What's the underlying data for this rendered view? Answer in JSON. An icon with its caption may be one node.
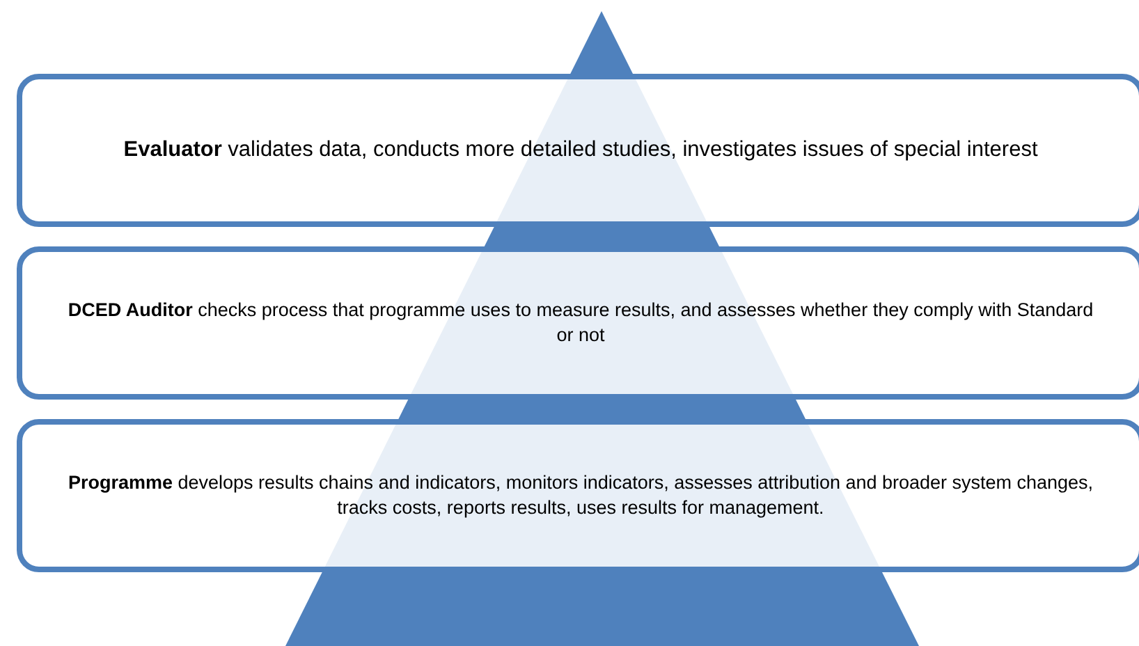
{
  "diagram": {
    "nodes": [
      {
        "text": [
          "**Evaluator** validates data, conducts more detailed studies, investigates issues of special interest"
        ]
      },
      {
        "text": [
          "**DCED Auditor** checks process that programme uses to measure results, and assesses whether they comply with Standard or not"
        ]
      },
      {
        "text": [
          "**Programme** develops results chains and indicators, monitors indicators, assesses attribution and broader system changes, tracks costs, reports results, uses results for management."
        ]
      }
    ]
  }
}
